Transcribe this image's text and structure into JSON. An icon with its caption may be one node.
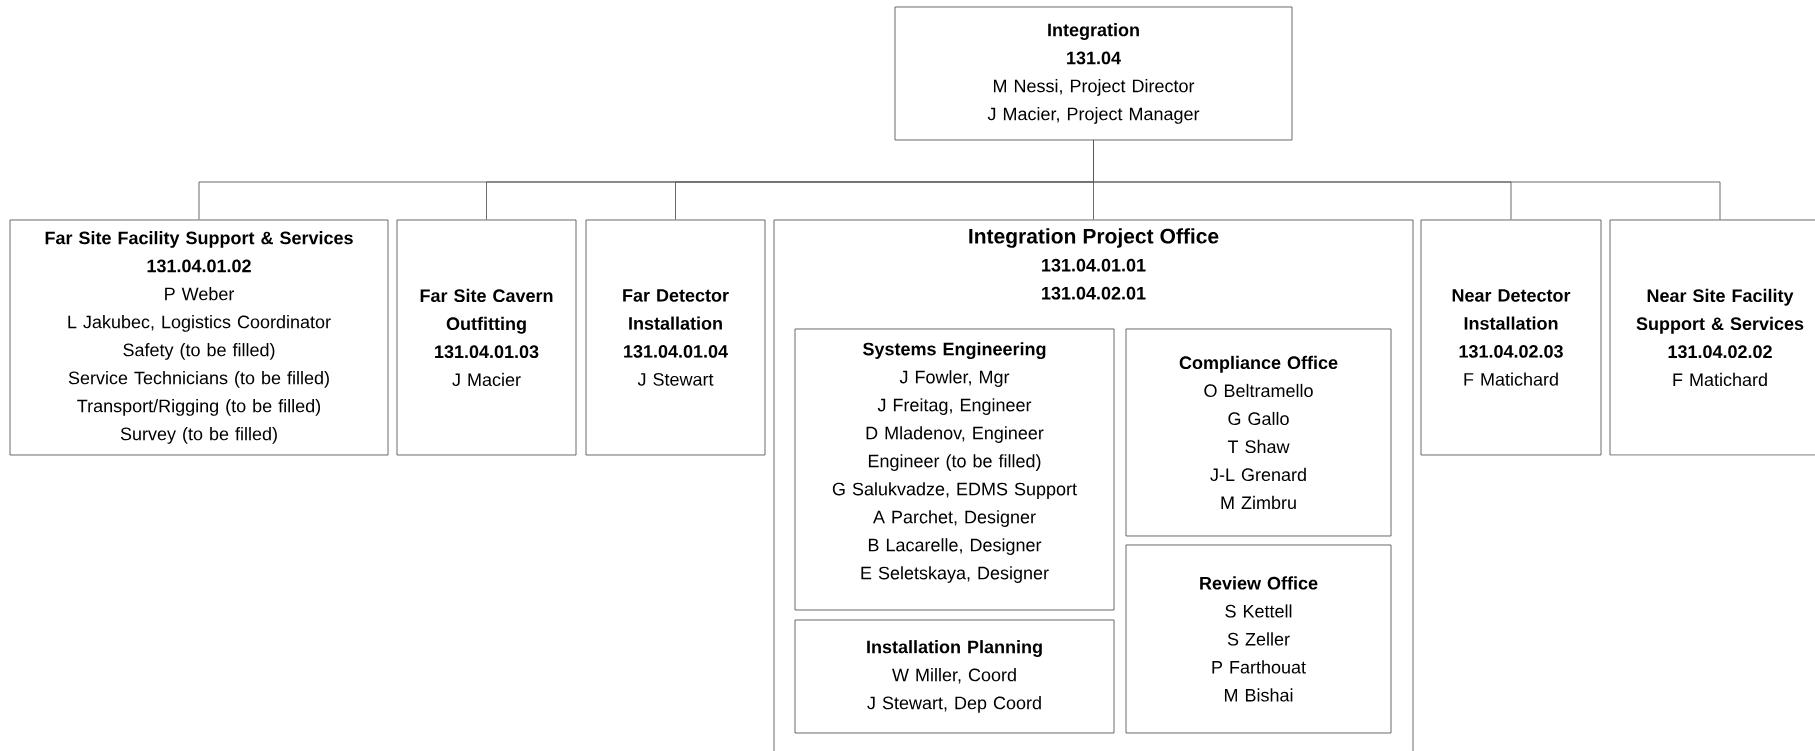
{
  "diagram": {
    "nodes": [
      {
        "text": [
          "Integration",
          "131.04",
          "M Nessi, Project Director",
          "J Macier, Project Manager"
        ]
      },
      {
        "text": [
          "Far Site Facility Support & Services",
          "131.04.01.02",
          "P Weber",
          "L Jakubec, Logistics Coordinator",
          "Safety (to be filled)",
          "Service Technicians (to be filled)",
          "Transport/Rigging (to be filled)",
          "Survey (to be filled)"
        ]
      },
      {
        "text": [
          "Far Site Cavern Outfitting",
          "131.04.01.03",
          "J Macier"
        ]
      },
      {
        "text": [
          "Far Detector Installation",
          "131.04.01.04",
          "J Stewart"
        ]
      },
      {
        "text": [
          "Integration Project Office",
          "131.04.01.01",
          "131.04.02.01"
        ]
      },
      {
        "text": [
          "Systems Engineering",
          "J Fowler, Mgr",
          "J Freitag, Engineer",
          "D Mladenov, Engineer",
          "Engineer (to be filled)",
          "G Salukvadze, EDMS Support",
          "A Parchet, Designer",
          "B Lacarelle, Designer",
          "E Seletskaya, Designer"
        ],
        "in": 4
      },
      {
        "text": [
          "Compliance Office",
          "O Beltramello",
          "G Gallo",
          "T Shaw",
          "J-L Grenard",
          "M Zimbru"
        ],
        "in": 4
      },
      {
        "text": [
          "Installation Planning",
          "W Miller, Coord",
          "J Stewart, Dep Coord"
        ],
        "in": 4
      },
      {
        "text": [
          "Review Office",
          "S Kettell",
          "S Zeller",
          "P Farthouat",
          "M Bishai"
        ],
        "in": 4
      },
      {
        "text": [
          "Near Detector Installation",
          "131.04.02.03",
          "F Matichard"
        ]
      },
      {
        "text": [
          "Near Site Facility Support & Services",
          "131.04.02.02",
          "F Matichard"
        ]
      }
    ],
    "edges": [
      {
        "from": 0,
        "to": 1,
        "arrow": "none"
      },
      {
        "from": 0,
        "to": 2,
        "arrow": "none"
      },
      {
        "from": 0,
        "to": 3,
        "arrow": "none"
      },
      {
        "from": 0,
        "to": 4,
        "arrow": "none"
      },
      {
        "from": 0,
        "to": 9,
        "arrow": "none"
      },
      {
        "from": 0,
        "to": 10,
        "arrow": "none"
      }
    ]
  }
}
